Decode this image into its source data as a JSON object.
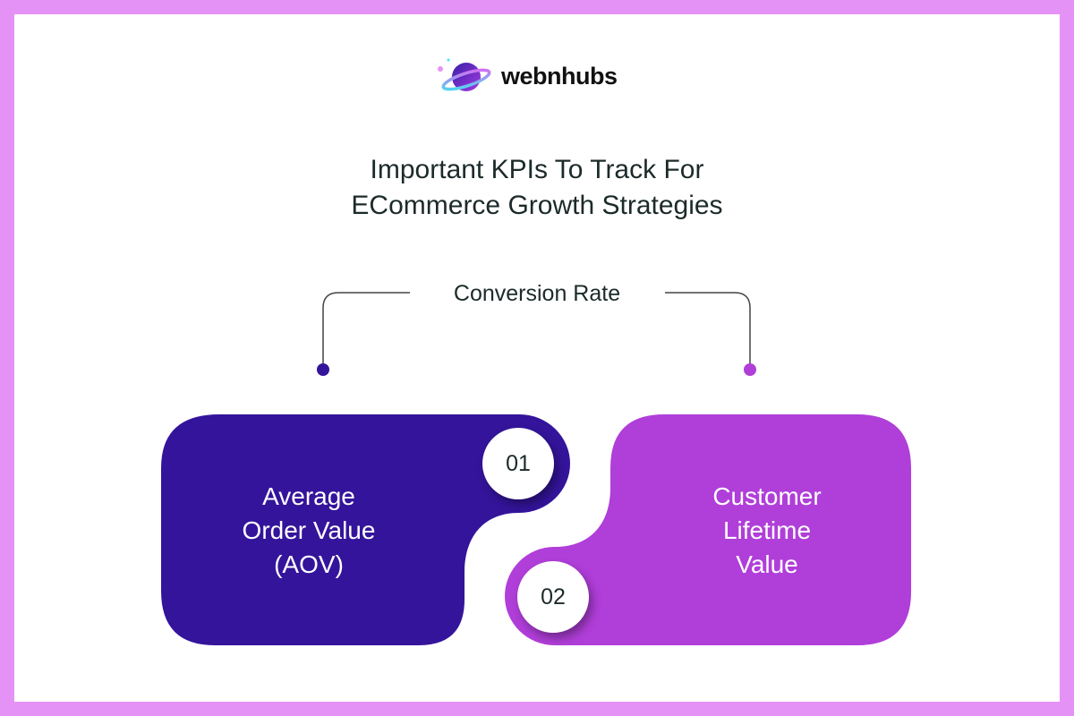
{
  "brand": {
    "name": "webnhubs",
    "logo_icon": "planet-icon"
  },
  "title_lines": [
    "Important KPIs To Track For",
    "ECommerce Growth Strategies"
  ],
  "top_kpi": "Conversion Rate",
  "cards": [
    {
      "number": "01",
      "lines": [
        "Average",
        "Order Value",
        "(AOV)"
      ],
      "color": "#34149b"
    },
    {
      "number": "02",
      "lines": [
        "Customer",
        "Lifetime",
        "Value"
      ],
      "color": "#b03ed9"
    }
  ],
  "colors": {
    "border": "#e592f7",
    "text": "#1c2a2a"
  }
}
